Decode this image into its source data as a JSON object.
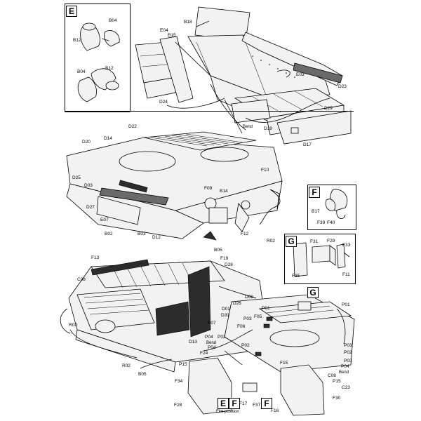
{
  "insets": {
    "E": {
      "letter": "E",
      "labels": [
        "B04",
        "B12",
        "B04",
        "B12"
      ]
    },
    "F": {
      "letter": "F",
      "labels": [
        "B17",
        "F39",
        "F40"
      ]
    },
    "G": {
      "letter": "G",
      "labels": [
        "F31",
        "F29",
        "F33",
        "F35",
        "F11"
      ]
    }
  },
  "top_assembly": {
    "labels": [
      "B18",
      "E04",
      "B15",
      "E03",
      "D23",
      "D24",
      "D29",
      "D19",
      "D17"
    ],
    "note": "Bend"
  },
  "middle_assembly": {
    "labels": [
      "D22",
      "D14",
      "D20",
      "D25",
      "D03",
      "D27",
      "E07",
      "B02",
      "B03",
      "D12",
      "F09",
      "B14",
      "F10",
      "F12",
      "R02",
      "B05"
    ]
  },
  "bottom_assembly": {
    "labels": [
      "F13",
      "F19",
      "D28",
      "C08",
      "R02",
      "D31",
      "D01",
      "D26",
      "D02",
      "E07",
      "P01",
      "P01",
      "P03",
      "F05",
      "F06",
      "P02",
      "P04",
      "P02",
      "P04",
      "F24",
      "D13",
      "F15",
      "P15",
      "F34",
      "F28",
      "F17",
      "F37",
      "P03",
      "P02",
      "P03",
      "C08",
      "C23",
      "P15",
      "F16",
      "F30",
      "R02",
      "B05"
    ],
    "notes": {
      "bend_left": "Bend",
      "bend_right": "Bend",
      "fire_position": "Fire position"
    },
    "callouts": [
      "G",
      "E",
      "F",
      "F"
    ],
    "p04_right": "P04"
  }
}
